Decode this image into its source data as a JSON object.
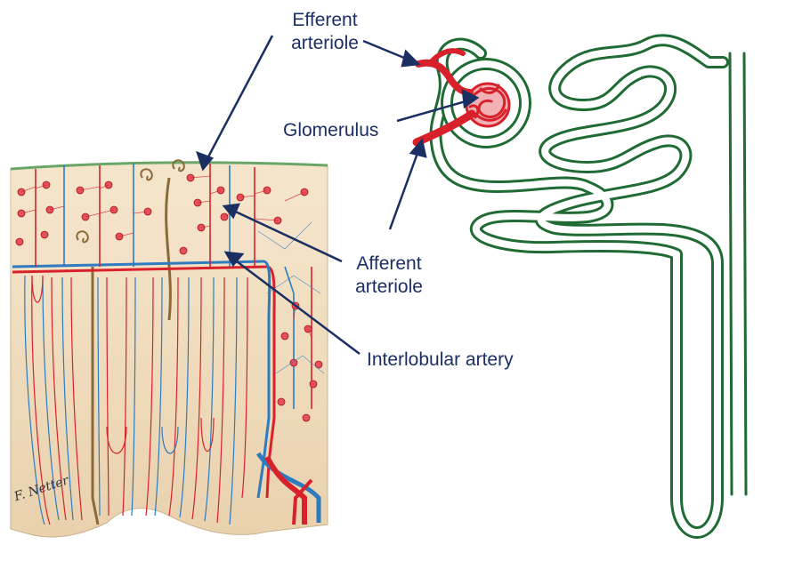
{
  "labels": {
    "efferent": [
      "Efferent",
      "arteriole"
    ],
    "glomerulus": "Glomerulus",
    "afferent": [
      "Afferent",
      "arteriole"
    ],
    "interlobular": "Interlobular artery"
  },
  "signature": "F. Netter",
  "colors": {
    "label_text": "#1b2f63",
    "pointer": "#1b2f63",
    "artery": "#d8212b",
    "vein": "#2e7bc0",
    "tubule": "#1f6b33",
    "tissue": "#f1e0c4",
    "capsule": "#5ba05b"
  }
}
